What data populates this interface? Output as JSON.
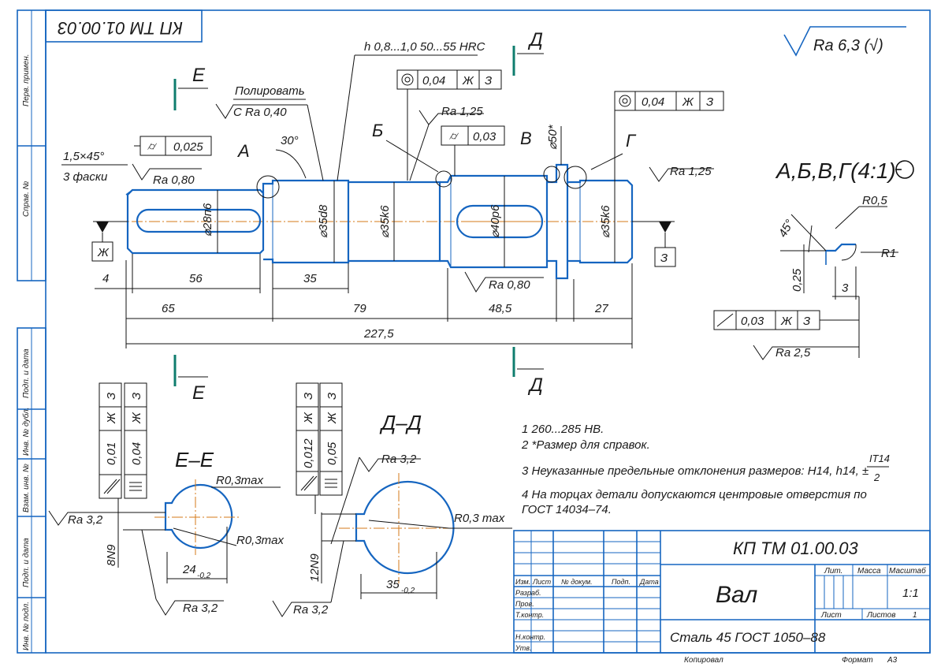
{
  "title_stamp_rotated": "КП ТМ 01.00.03",
  "side_labels": {
    "perv_primen": "Перв. примен.",
    "sprav_no": "Справ. №",
    "podp_data_1": "Подп. и дата",
    "inv_dubl": "Инв. № дубл.",
    "vzam_inv": "Взам. инв. №",
    "podp_data_2": "Подп. и дата",
    "inv_podl": "Инв. № подл."
  },
  "roughness_general": "Ra 6,3 (√)",
  "annotations": {
    "hardness": "h 0,8...1,0 50...55 HRC",
    "polish": "Полировать",
    "polish_ra": "С Ra 0,40",
    "chamfer": "1,5×45°",
    "chamfer_count": "3 фаски",
    "angle30": "30°",
    "ra_080_left": "Ra 0,80",
    "ra_125_top": "Ra 1,25",
    "ra_125_right": "Ra 1,25",
    "ra_080_bottom": "Ra 0,80",
    "ra_25": "Ra 2,5"
  },
  "tolerance_frames": {
    "runout_left": [
      "0,025"
    ],
    "coax_mid": [
      "0,04",
      "Ж",
      "З"
    ],
    "runout_mid": [
      "0,03"
    ],
    "coax_right": [
      "0,04",
      "Ж",
      "З"
    ],
    "runout_detail": [
      "0,03",
      "Ж",
      "З"
    ]
  },
  "datum_labels": {
    "left": "Ж",
    "right": "З"
  },
  "section_marks": {
    "e": "Е",
    "d": "Д",
    "a": "А",
    "b": "Б",
    "v": "В",
    "g": "Г"
  },
  "diameters": {
    "d28": "⌀28п6",
    "d35a": "⌀35d8",
    "d35b": "⌀35k6",
    "d40": "⌀40р6",
    "d35c": "⌀35k6",
    "d50": "⌀50*"
  },
  "dims": {
    "d4": "4",
    "d56": "56",
    "d35": "35",
    "d65": "65",
    "d79": "79",
    "d485": "48,5",
    "d27": "27",
    "d2275": "227,5"
  },
  "detail": {
    "title": "А,Б,В,Г(4:1)",
    "r05": "R0,5",
    "r1": "R1",
    "angle45": "45°",
    "d025": "0,25",
    "d3": "3"
  },
  "section_ee": {
    "title": "Е–Е",
    "r1": "R0,3max",
    "r2": "R0,3max",
    "ra_left": "Ra 3,2",
    "ra_bottom": "Ra 3,2",
    "width": "24",
    "width_tol": "-0,2",
    "slot": "8N9",
    "frame_values": [
      "0,01",
      "0,04"
    ],
    "frame_datums": [
      "Ж",
      "З"
    ]
  },
  "section_dd": {
    "title": "Д–Д",
    "r": "R0,3 max",
    "ra_top": "Ra 3,2",
    "ra_bottom": "Ra 3,2",
    "width": "35",
    "width_tol": "-0,2",
    "slot": "12N9",
    "frame_values": [
      "0,012",
      "0,05"
    ],
    "frame_datums": [
      "Ж",
      "З"
    ]
  },
  "notes": [
    "1 260...285 НВ.",
    "2 *Размер для справок.",
    "3 Неуказанные предельные отклонения размеров: Н14, h14, ±",
    "4 На торцах детали допускаются центровые отверстия по",
    "ГОСТ 14034–74."
  ],
  "note3_fraction": {
    "num": "IT14",
    "den": "2"
  },
  "title_block": {
    "designation": "КП ТМ 01.00.03",
    "name": "Вал",
    "material": "Сталь 45 ГОСТ 1050–88",
    "col_izm": "Изм.",
    "col_list": "Лист",
    "col_doc": "№ докум.",
    "col_podp": "Подп.",
    "col_data": "Дата",
    "razrab": "Разраб.",
    "prov": "Пров.",
    "tkontr": "Т.контр.",
    "nkontr": "Н.контр.",
    "utv": "Утв.",
    "lit": "Лит.",
    "massa": "Масса",
    "masshtab": "Масштаб",
    "scale": "1:1",
    "list": "Лист",
    "listov": "Листов",
    "listov_num": "1",
    "kopiroval": "Копировал",
    "format": "Формат",
    "format_val": "А3"
  }
}
